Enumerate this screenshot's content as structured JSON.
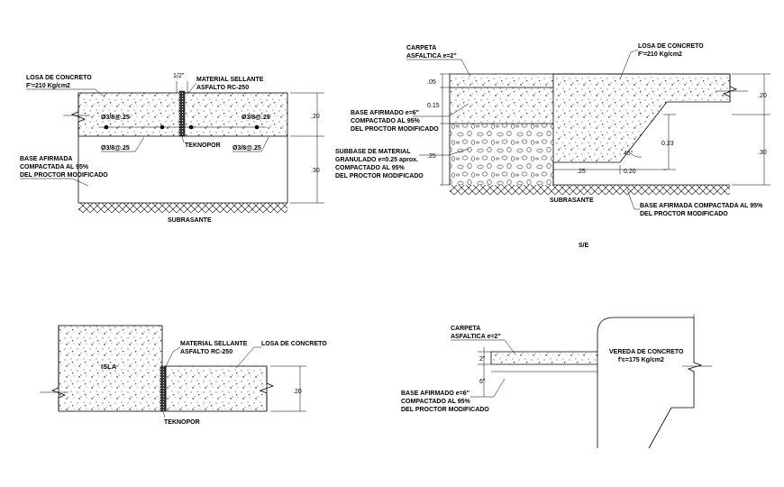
{
  "detail1": {
    "losa_line1": "LOSA DE CONCRETO",
    "losa_line2": "F'=210 Kg/cm2",
    "half_inch": "1/2\"",
    "sellante_line1": "MATERIAL SELLANTE",
    "sellante_line2": "ASFALTO RC-250",
    "bar_tl": "Ø3/8@.25",
    "bar_tr": "Ø3/8@.25",
    "bar_bl": "Ø3/8@.25",
    "bar_br": "Ø3/8@.25",
    "teknopor": "TEKNOPOR",
    "dim_20": ".20",
    "dim_30": ".30",
    "base_line1": "BASE AFIRMADA",
    "base_line2": "COMPACTADA AL 95%",
    "base_line3": "DEL PROCTOR MODIFICADO",
    "subrasante": "SUBRASANTE"
  },
  "detail2": {
    "carpeta_line1": "CARPETA",
    "carpeta_line2": "ASFALTICA e=2\"",
    "losa_line1": "LOSA DE CONCRETO",
    "losa_line2": "F'=210 Kg/cm2",
    "dim_05": ".05",
    "dim_15": "0.15",
    "dim_25": ".25",
    "dim_20_right": ".20",
    "dim_30_right": ".30",
    "dim_023": "0.23",
    "dim_45": "45°",
    "dim_25_bottom": ".25",
    "dim_020_bottom": "0.20",
    "base_line1": "BASE AFIRMADO e=6\"",
    "base_line2": "COMPACTADO AL 95%",
    "base_line3": "DEL PROCTOR MODIFICADO",
    "subbase_line1": "SUBBASE DE MATERIAL",
    "subbase_line2": "GRANULADO e=0.25 aprox.",
    "subbase_line3": "COMPACTADO AL 95%",
    "subbase_line4": "DEL PROCTOR MODIFICADO",
    "subrasante": "SUBRASANTE",
    "base_right_line1": "BASE AFIRMADA COMPACTADA AL 95%",
    "base_right_line2": "DEL PROCTOR MODIFICADO",
    "se": "S/E"
  },
  "detail3": {
    "sellante_line1": "MATERIAL SELLANTE",
    "sellante_line2": "ASFALTO RC-250",
    "losa": "LOSA DE  CONCRETO",
    "isla": "ISLA",
    "dim_20": ".20",
    "teknopor": "TEKNOPOR"
  },
  "detail4": {
    "carpeta_line1": "CARPETA",
    "carpeta_line2": "ASFALTICA e=2\"",
    "dim_2": "2\"",
    "dim_6": "6\"",
    "vereda_line1": "VEREDA DE CONCRETO",
    "vereda_line2": "f'c=175 Kg/cm2",
    "base_line1": "BASE AFIRMADO e=6\"",
    "base_line2": "COMPACTADO AL 95%",
    "base_line3": "DEL PROCTOR MODIFICADO"
  }
}
